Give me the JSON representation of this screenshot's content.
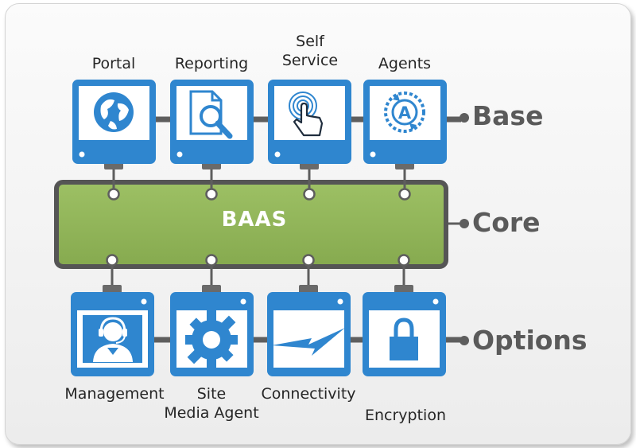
{
  "base": {
    "tier_label": "Base",
    "modules": [
      {
        "label_lines": [
          "Portal"
        ],
        "icon": "globe-icon"
      },
      {
        "label_lines": [
          "Reporting"
        ],
        "icon": "report-search-icon"
      },
      {
        "label_lines": [
          "Self",
          "Service"
        ],
        "icon": "touch-hand-icon"
      },
      {
        "label_lines": [
          "Agents"
        ],
        "icon": "agent-cycle-icon"
      }
    ]
  },
  "core": {
    "tier_label": "Core",
    "bar_label": "BAAS",
    "bar_color": "#8fb457"
  },
  "options": {
    "tier_label": "Options",
    "modules": [
      {
        "label_lines": [
          "Management"
        ],
        "icon": "headset-user-icon"
      },
      {
        "label_lines": [
          "Site",
          "Media Agent"
        ],
        "icon": "gear-icon"
      },
      {
        "label_lines": [
          "Connectivity"
        ],
        "icon": "lightning-icon"
      },
      {
        "label_lines": [
          "Encryption"
        ],
        "icon": "lock-icon"
      }
    ]
  },
  "colors": {
    "module_blue": "#2f86cf",
    "connector_gray": "#5e5e5e",
    "tier_text": "#5a5a5a"
  }
}
